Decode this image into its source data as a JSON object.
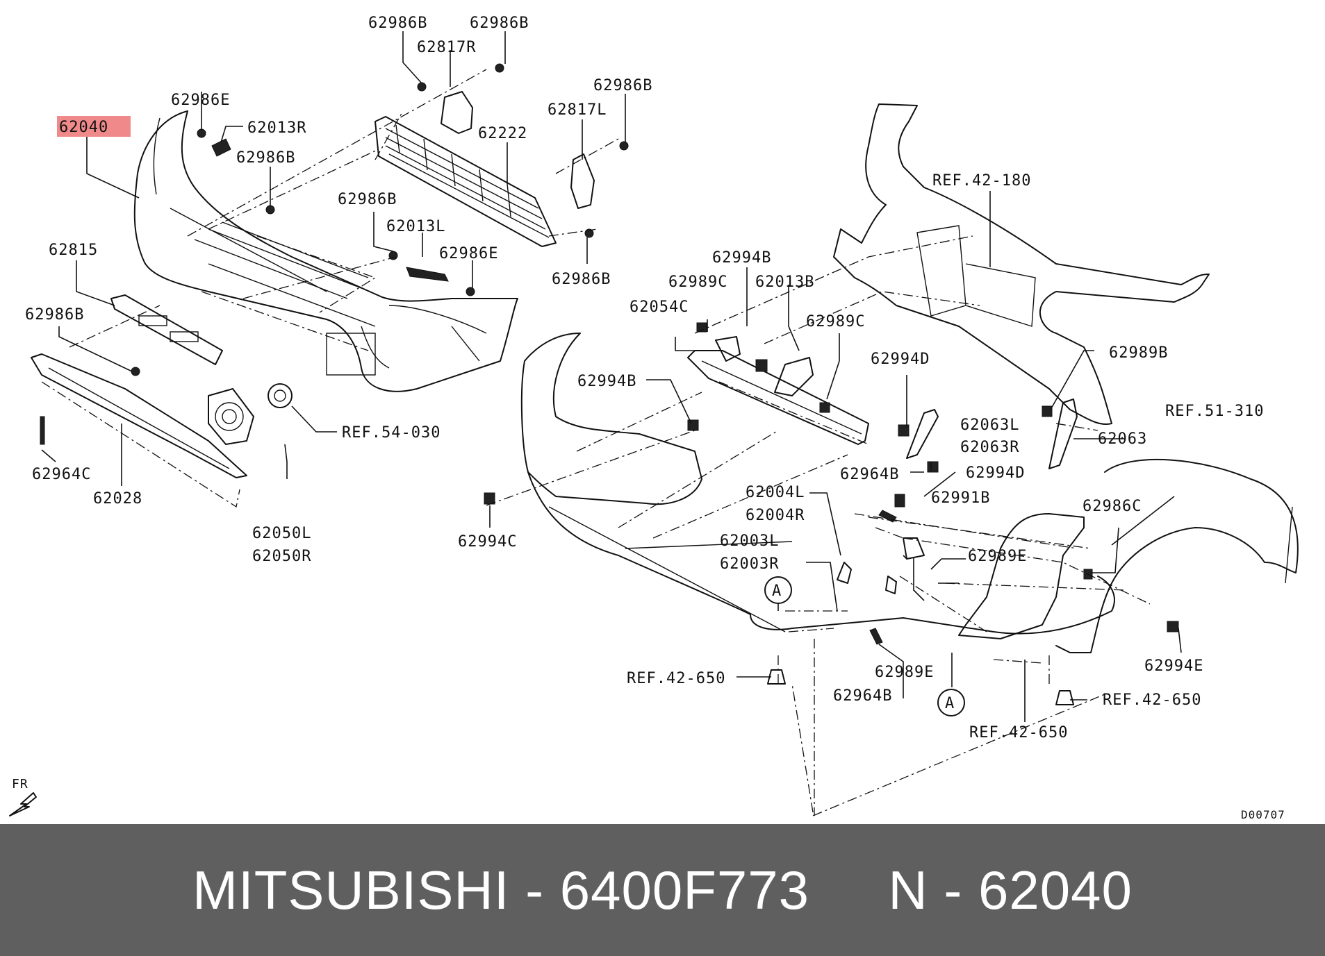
{
  "diagram": {
    "highlighted_part": "62040",
    "labels": {
      "l_62986B_a": "62986B",
      "l_62986B_b": "62986B",
      "l_62817R": "62817R",
      "l_62986E_a": "62986E",
      "l_62040": "62040",
      "l_62013R": "62013R",
      "l_62986B_c": "62986B",
      "l_62986B_d": "62986B",
      "l_62817L": "62817L",
      "l_62222": "62222",
      "l_62986B_e": "62986B",
      "l_62013L": "62013L",
      "l_62986E_b": "62986E",
      "l_62815": "62815",
      "l_62986B_f": "62986B",
      "l_62986B_g": "62986B",
      "l_62964C": "62964C",
      "l_62028": "62028",
      "l_62050L": "62050L",
      "l_62050R": "62050R",
      "l_ref54030": "REF.54-030",
      "l_ref42180": "REF.42-180",
      "l_62994B_a": "62994B",
      "l_62989C_a": "62989C",
      "l_62013B": "62013B",
      "l_62054C": "62054C",
      "l_62989C_b": "62989C",
      "l_62994B_b": "62994B",
      "l_62994D_a": "62994D",
      "l_62989B": "62989B",
      "l_ref51310": "REF.51-310",
      "l_62063L": "62063L",
      "l_62063R": "62063R",
      "l_62063": "62063",
      "l_62994D_b": "62994D",
      "l_62964B_a": "62964B",
      "l_62991B": "62991B",
      "l_62004L": "62004L",
      "l_62004R": "62004R",
      "l_62003L": "62003L",
      "l_62003R": "62003R",
      "l_62994C": "62994C",
      "l_62986C": "62986C",
      "l_62989E_a": "62989E",
      "l_62989E_b": "62989E",
      "l_62994E": "62994E",
      "l_ref42650_a": "REF.42-650",
      "l_ref42650_b": "REF.42-650",
      "l_ref42650_c": "REF.42-650",
      "l_62964B_b": "62964B",
      "l_A1": "A",
      "l_A2": "A",
      "l_fr": "FR",
      "l_code": "D00707"
    }
  },
  "footer": {
    "text": "MITSUBISHI - 6400F773     N - 62040"
  }
}
